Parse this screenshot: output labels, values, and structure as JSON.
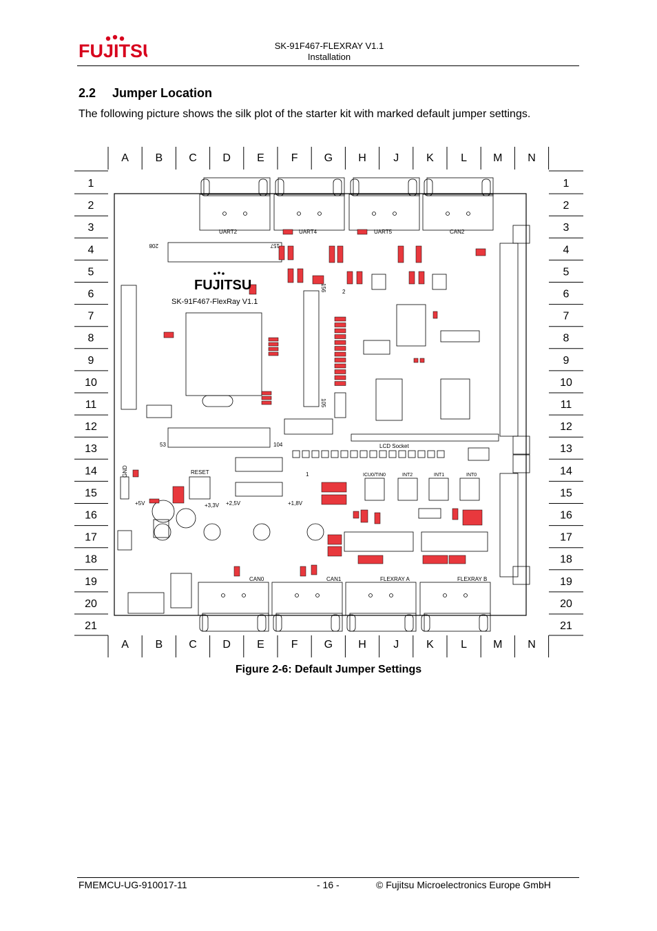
{
  "header": {
    "logo_text": "FUJITSU",
    "doc_title": "SK-91F467-FLEXRAY V1.1",
    "chapter": "Installation"
  },
  "section": {
    "number": "2.2",
    "title": "Jumper Location",
    "intro": "The following picture shows the silk plot of the starter kit with marked default jumper settings."
  },
  "grid": {
    "columns": [
      "A",
      "B",
      "C",
      "D",
      "E",
      "F",
      "G",
      "H",
      "J",
      "K",
      "L",
      "M",
      "N"
    ],
    "rows": [
      "1",
      "2",
      "3",
      "4",
      "5",
      "6",
      "7",
      "8",
      "9",
      "10",
      "11",
      "12",
      "13",
      "14",
      "15",
      "16",
      "17",
      "18",
      "19",
      "20",
      "21"
    ]
  },
  "board": {
    "logo": "FUJITSU",
    "name": "SK-91F467-FlexRay V1.1",
    "labels": {
      "uart2": "UART2",
      "uart4": "UART4",
      "uart5": "UART5",
      "can2": "CAN2",
      "can0": "CAN0",
      "can1": "CAN1",
      "flexray_a": "FLEXRAY A",
      "flexray_b": "FLEXRAY B",
      "lcd": "LCD Socket",
      "reset": "RESET",
      "gnd": "GND",
      "v5": "+5V",
      "v33": "+3,3V",
      "v25": "+2,5V",
      "v18": "+1,8V",
      "icu": "ICU0/TIN0",
      "int2": "INT2",
      "int1": "INT1",
      "int0": "INT0",
      "p208": "208",
      "p157": "157",
      "p156": "156",
      "p105": "105",
      "p104": "104",
      "p53": "53",
      "p1": "1",
      "p2": "2"
    }
  },
  "figure": {
    "caption": "Figure 2-6: Default Jumper Settings"
  },
  "footer": {
    "doc_id": "FMEMCU-UG-910017-11",
    "page": "- 16 -",
    "copyright": "© Fujitsu Microelectronics Europe GmbH"
  },
  "colors": {
    "jumper": "#e8383d",
    "logo_red": "#d7001c"
  }
}
